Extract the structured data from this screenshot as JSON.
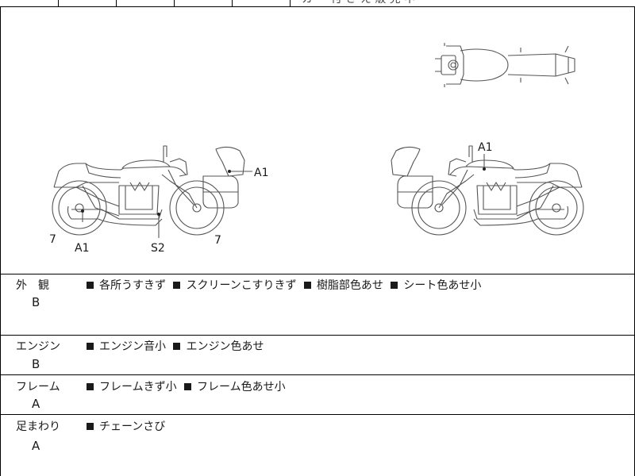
{
  "header_row": {
    "cell_texts": [
      "",
      "",
      "",
      "",
      "",
      "カ ー 付 き え 販 売 中"
    ]
  },
  "diagram": {
    "markers": [
      {
        "id": "left-front-7",
        "text": "7"
      },
      {
        "id": "left-a1-lower",
        "text": "A1"
      },
      {
        "id": "left-s2",
        "text": "S2"
      },
      {
        "id": "left-rear-7",
        "text": "7"
      },
      {
        "id": "left-a1-side",
        "text": "A1"
      },
      {
        "id": "right-a1",
        "text": "A1"
      }
    ]
  },
  "sections": [
    {
      "label": "外　観",
      "grade": "B",
      "notes": [
        "各所うすきず",
        "スクリーンこすりきず",
        "樹脂部色あせ",
        "シート色あせ小"
      ]
    },
    {
      "label": "エンジン",
      "grade": "B",
      "notes": [
        "エンジン音小",
        "エンジン色あせ"
      ]
    },
    {
      "label": "フレーム",
      "grade": "A",
      "notes": [
        "フレームきず小",
        "フレーム色あせ小"
      ]
    },
    {
      "label": "足まわり",
      "grade": "A",
      "notes": [
        "チェーンさび"
      ]
    }
  ]
}
